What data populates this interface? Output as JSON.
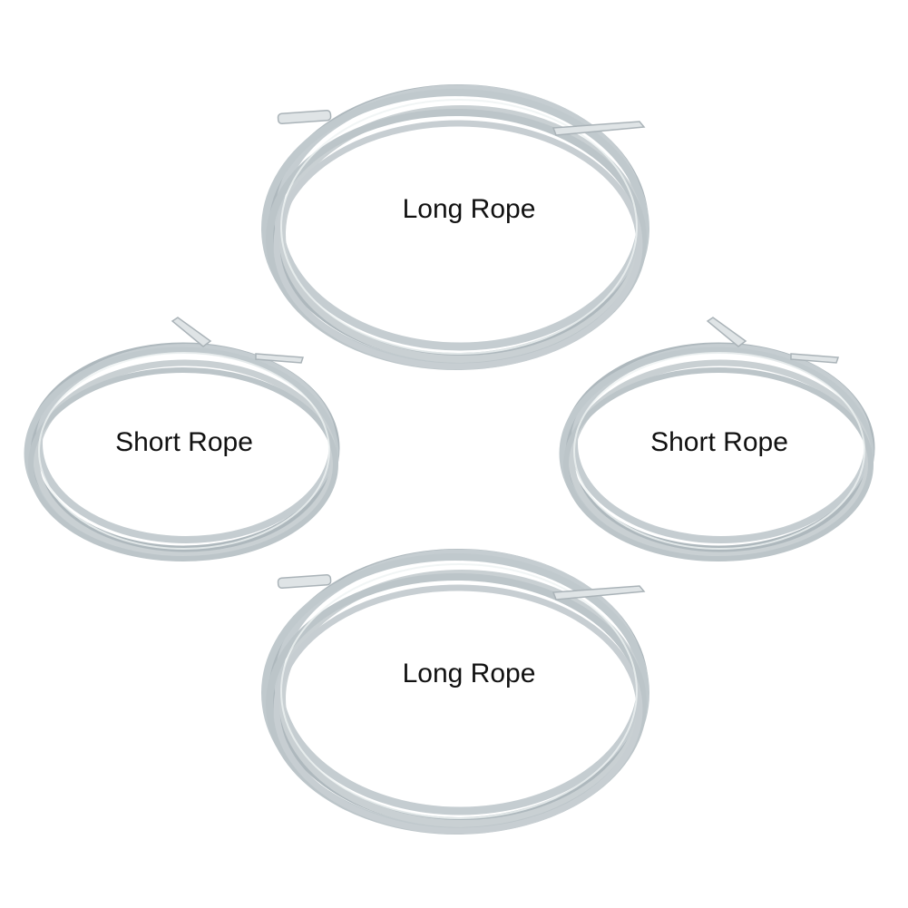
{
  "ropes": [
    {
      "label": "Long Rope"
    },
    {
      "label": "Short Rope"
    },
    {
      "label": "Short Rope"
    },
    {
      "label": "Long Rope"
    }
  ],
  "colors": {
    "rope": "#c5cdd1",
    "rope_shadow": "#aeb8bd",
    "rope_highlight": "#eef2f3",
    "tip": "#dfe4e6",
    "label": "#111111",
    "background": "#ffffff"
  }
}
